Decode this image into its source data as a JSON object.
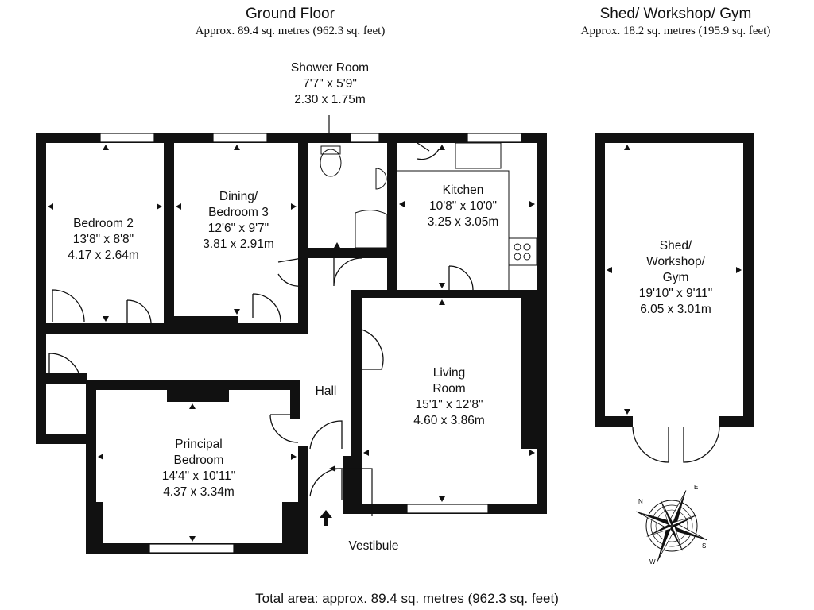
{
  "headers": {
    "ground": {
      "title": "Ground Floor",
      "area": "Approx. 89.4 sq. metres (962.3 sq. feet)"
    },
    "shed": {
      "title": "Shed/ Workshop/ Gym",
      "area": "Approx. 18.2 sq. metres (195.9 sq. feet)"
    }
  },
  "rooms": {
    "shower": {
      "name": "Shower Room",
      "imperial": "7'7\" x 5'9\"",
      "metric": "2.30 x 1.75m"
    },
    "bedroom2": {
      "name": "Bedroom 2",
      "imperial": "13'8\" x 8'8\"",
      "metric": "4.17 x 2.64m"
    },
    "dining": {
      "name1": "Dining/",
      "name2": "Bedroom 3",
      "imperial": "12'6\" x 9'7\"",
      "metric": "3.81 x 2.91m"
    },
    "kitchen": {
      "name": "Kitchen",
      "imperial": "10'8\" x 10'0\"",
      "metric": "3.25 x 3.05m"
    },
    "living": {
      "name1": "Living",
      "name2": "Room",
      "imperial": "15'1\" x 12'8\"",
      "metric": "4.60 x 3.86m"
    },
    "principal": {
      "name1": "Principal",
      "name2": "Bedroom",
      "imperial": "14'4\" x 10'11\"",
      "metric": "4.37 x 3.34m"
    },
    "hall": {
      "name": "Hall"
    },
    "vestibule": {
      "name": "Vestibule"
    },
    "shed": {
      "name1": "Shed/",
      "name2": "Workshop/",
      "name3": "Gym",
      "imperial": "19'10\" x 9'11\"",
      "metric": "6.05 x 3.01m"
    }
  },
  "compass": {
    "n": "N",
    "e": "E",
    "s": "S",
    "w": "W"
  },
  "footer": {
    "total": "Total area: approx. 89.4 sq. metres (962.3 sq. feet)"
  }
}
